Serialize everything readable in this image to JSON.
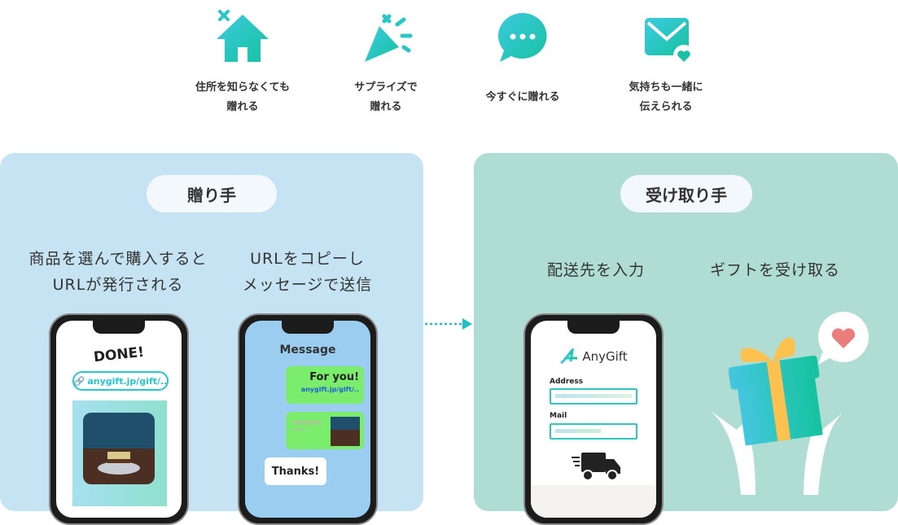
{
  "features": [
    {
      "icon": "house-icon",
      "label": "住所を知らなくても\n贈れる"
    },
    {
      "icon": "party-popper-icon",
      "label": "サプライズで\n贈れる"
    },
    {
      "icon": "chat-bubble-icon",
      "label": "今すぐに贈れる"
    },
    {
      "icon": "envelope-heart-icon",
      "label": "気持ちも一緒に\n伝えられる"
    }
  ],
  "sender": {
    "title": "贈り手",
    "step1": "商品を選んで購入すると\nURLが発行される",
    "step2": "URLをコピーし\nメッセージで送信",
    "phone1": {
      "done": "DONE!",
      "url": "anygift.jp/gift/.."
    },
    "phone2": {
      "title": "Message",
      "bubble1": "For you!",
      "bubble1_link": "anygift.jp/gift/..",
      "reply": "Thanks!"
    }
  },
  "receiver": {
    "title": "受け取り手",
    "step1": "配送先を入力",
    "step2": "ギフトを受け取る",
    "phone3": {
      "brand": "AnyGift",
      "address_label": "Address",
      "mail_label": "Mail"
    }
  },
  "colors": {
    "sender_bg": "#c5e3f3",
    "receiver_bg": "#b0ddd3",
    "accent": "#1fc1c4"
  }
}
